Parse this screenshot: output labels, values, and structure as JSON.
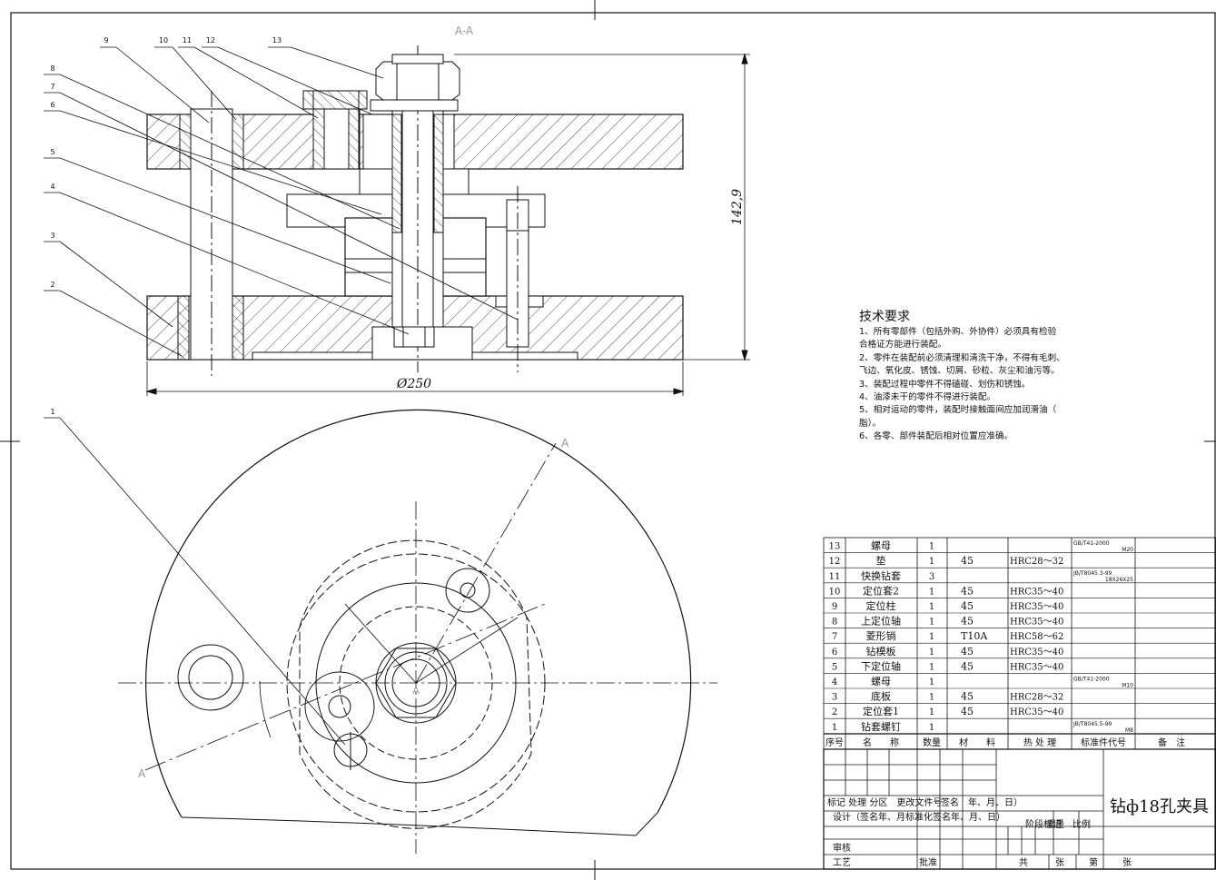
{
  "section_label": "A-A",
  "cut_label": "A",
  "center_label": "A",
  "dimensions": {
    "height": "142,9",
    "diameter": "Ø250"
  },
  "callouts": [
    "1",
    "2",
    "3",
    "4",
    "5",
    "6",
    "7",
    "8",
    "9",
    "10",
    "11",
    "12",
    "13"
  ],
  "tech_requirements": {
    "title": "技术要求",
    "lines": [
      "1、所有零部件（包括外购、外协件）必须具有检验",
      "合格证方能进行装配。",
      "2、零件在装配前必须清理和清洗干净，不得有毛刺、",
      "飞边、氧化皮、锈蚀、切屑、砂粒、灰尘和油污等。",
      "3、装配过程中零件不得磕碰、划伤和锈蚀。",
      "4、油漆未干的零件不得进行装配。",
      "5、相对运动的零件，装配时接触面间应加润滑油（",
      "脂）。",
      "6、各零、部件装配后相对位置应准确。"
    ]
  },
  "bom": {
    "rows": [
      {
        "no": "13",
        "name": "螺母",
        "qty": "1",
        "material": "",
        "heat": "",
        "std": "GB/T41-2000",
        "spec": "M20"
      },
      {
        "no": "12",
        "name": "垫",
        "qty": "1",
        "material": "45",
        "heat": "HRC28～32",
        "std": "",
        "spec": ""
      },
      {
        "no": "11",
        "name": "快换钻套",
        "qty": "3",
        "material": "",
        "heat": "",
        "std": "JB/T8045.3-99",
        "spec": "18X26X25"
      },
      {
        "no": "10",
        "name": "定位套2",
        "qty": "1",
        "material": "45",
        "heat": "HRC35～40",
        "std": "",
        "spec": ""
      },
      {
        "no": "9",
        "name": "定位柱",
        "qty": "1",
        "material": "45",
        "heat": "HRC35～40",
        "std": "",
        "spec": ""
      },
      {
        "no": "8",
        "name": "上定位轴",
        "qty": "1",
        "material": "45",
        "heat": "HRC35～40",
        "std": "",
        "spec": ""
      },
      {
        "no": "7",
        "name": "菱形销",
        "qty": "1",
        "material": "T10A",
        "heat": "HRC58～62",
        "std": "",
        "spec": ""
      },
      {
        "no": "6",
        "name": "钻模板",
        "qty": "1",
        "material": "45",
        "heat": "HRC35～40",
        "std": "",
        "spec": ""
      },
      {
        "no": "5",
        "name": "下定位轴",
        "qty": "1",
        "material": "45",
        "heat": "HRC35～40",
        "std": "",
        "spec": ""
      },
      {
        "no": "4",
        "name": "螺母",
        "qty": "1",
        "material": "",
        "heat": "",
        "std": "GB/T41-2000",
        "spec": "M10"
      },
      {
        "no": "3",
        "name": "底板",
        "qty": "1",
        "material": "45",
        "heat": "HRC28～32",
        "std": "",
        "spec": ""
      },
      {
        "no": "2",
        "name": "定位套1",
        "qty": "1",
        "material": "45",
        "heat": "HRC35～40",
        "std": "",
        "spec": ""
      },
      {
        "no": "1",
        "name": "钻套螺钉",
        "qty": "1",
        "material": "",
        "heat": "",
        "std": "JB/T8045.5-99",
        "spec": "M8"
      }
    ],
    "header": {
      "no": "序号",
      "name": "名　　称",
      "qty": "数量",
      "material": "材　　料",
      "heat": "热 处 理",
      "std": "标准件代号",
      "note": "备　注"
    }
  },
  "title_block": {
    "row_marks": "标记 处理 分区　更改文件号",
    "row_marks_b": "签名　年、月、日）",
    "row_design": "设计（签名年、月标准化签名年、月、日）",
    "row_stage": "阶段标记",
    "row_weight": "重量",
    "row_scale": "比例",
    "review": "审核",
    "process": "工艺",
    "approve": "批准",
    "total": "共",
    "sheets": "张",
    "sheet_no": "第",
    "sheets2": "张",
    "drawing_title": "钻ф18孔夹具"
  }
}
